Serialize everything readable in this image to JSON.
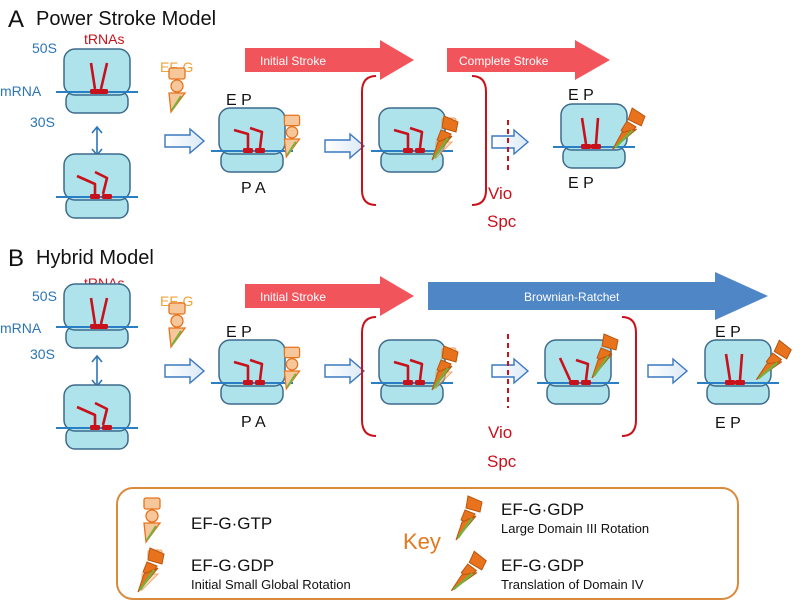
{
  "panelA": {
    "letter": "A",
    "title": "Power Stroke Model",
    "label_50s": "50S",
    "label_trnas": "tRNAs",
    "label_mrna": "mRNA",
    "label_30s": "30S",
    "label_efg": "EF-G",
    "arrow_initial": "Initial Stroke",
    "arrow_complete": "Complete Stroke",
    "site_top": "E P",
    "site_bottom_1": "P A",
    "site_bottom_2": "E P",
    "inhibitor_1": "Vio",
    "inhibitor_2": "Spc"
  },
  "panelB": {
    "letter": "B",
    "title": "Hybrid Model",
    "label_50s": "50S",
    "label_trnas": "tRNAs",
    "label_mrna": "mRNA",
    "label_30s": "30S",
    "label_efg": "EF-G",
    "arrow_initial": "Initial Stroke",
    "arrow_ratchet": "Brownian-Ratchet",
    "site_top_1": "E P",
    "site_bottom_1": "P A",
    "site_top_2": "E P",
    "site_bottom_2": "E P",
    "inhibitor_1": "Vio",
    "inhibitor_2": "Spc"
  },
  "key": {
    "title": "Key",
    "items": [
      {
        "name": "EF-G·GTP",
        "desc": ""
      },
      {
        "name": "EF-G·GDP",
        "desc": "Initial Small Global Rotation"
      },
      {
        "name": "EF-G·GDP",
        "desc": "Large Domain III Rotation"
      },
      {
        "name": "EF-G·GDP",
        "desc": "Translation of Domain IV"
      }
    ]
  },
  "colors": {
    "subunit_fill": "#aee3ec",
    "subunit_stroke": "#3d6b8c",
    "mrna": "#2a7fc4",
    "trna": "#c8111b",
    "efg_gtp": "#f6c79b",
    "efg_gdp": "#e8731c",
    "efg_green": "#6fb43f",
    "label_blue": "#2e75b6",
    "label_red": "#c8111b",
    "efg_label": "#f0a23a",
    "initial_arrow": "#f2545b",
    "ratchet_arrow": "#4f86c6",
    "key_border": "#d98a3a",
    "key_title": "#e07a1f"
  },
  "icons": [
    "ribosome-icon",
    "trna-icon",
    "efg-gtp-icon",
    "efg-gdp-icon",
    "block-arrow-icon",
    "hollow-arrow-icon",
    "bracket-icon"
  ]
}
